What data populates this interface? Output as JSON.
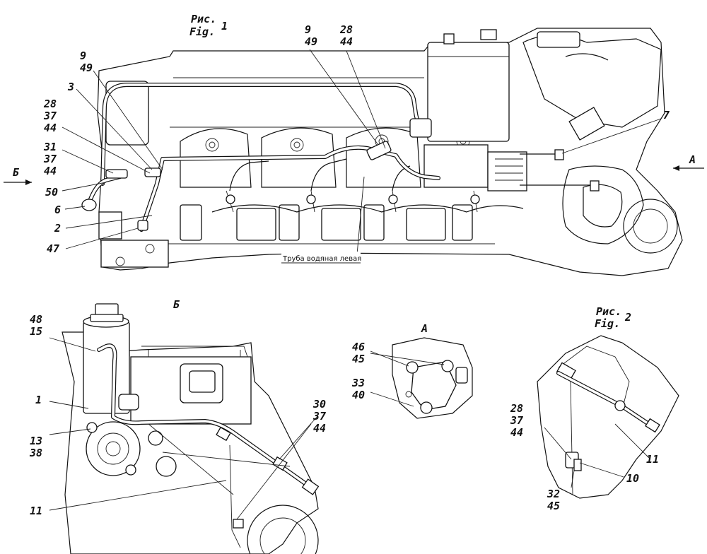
{
  "figure1": {
    "caption_ru": "Рис.",
    "caption_en": "Fig.",
    "number": "1"
  },
  "figure2": {
    "caption_ru": "Рис.",
    "caption_en": "Fig.",
    "number": "2"
  },
  "view_markers": {
    "arrow_b": "Б",
    "arrow_a": "А",
    "view_b_title": "Б",
    "view_a_title": "А"
  },
  "annotation": "Труба водяная левая",
  "fig1_labels": {
    "l_9": "9",
    "l_49": "49",
    "l_3": "3",
    "l_28": "28",
    "l_37": "37",
    "l_44": "44",
    "l_31": "31",
    "l_37b": "37",
    "l_44b": "44",
    "l_50": "50",
    "l_6": "6",
    "l_2": "2",
    "l_47": "47",
    "t_9": "9",
    "t_49": "49",
    "t_28": "28",
    "t_44": "44",
    "l_7": "7"
  },
  "view_b_labels": {
    "l_48": "48",
    "l_15": "15",
    "l_1": "1",
    "l_13": "13",
    "l_38": "38",
    "l_30": "30",
    "l_37": "37",
    "l_44": "44",
    "l_11": "11"
  },
  "view_a_labels": {
    "l_46": "46",
    "l_45": "45",
    "l_33": "33",
    "l_40": "40"
  },
  "fig2_labels": {
    "l_28": "28",
    "l_37": "37",
    "l_44": "44",
    "l_11": "11",
    "l_10": "10",
    "l_32": "32",
    "l_45": "45"
  }
}
